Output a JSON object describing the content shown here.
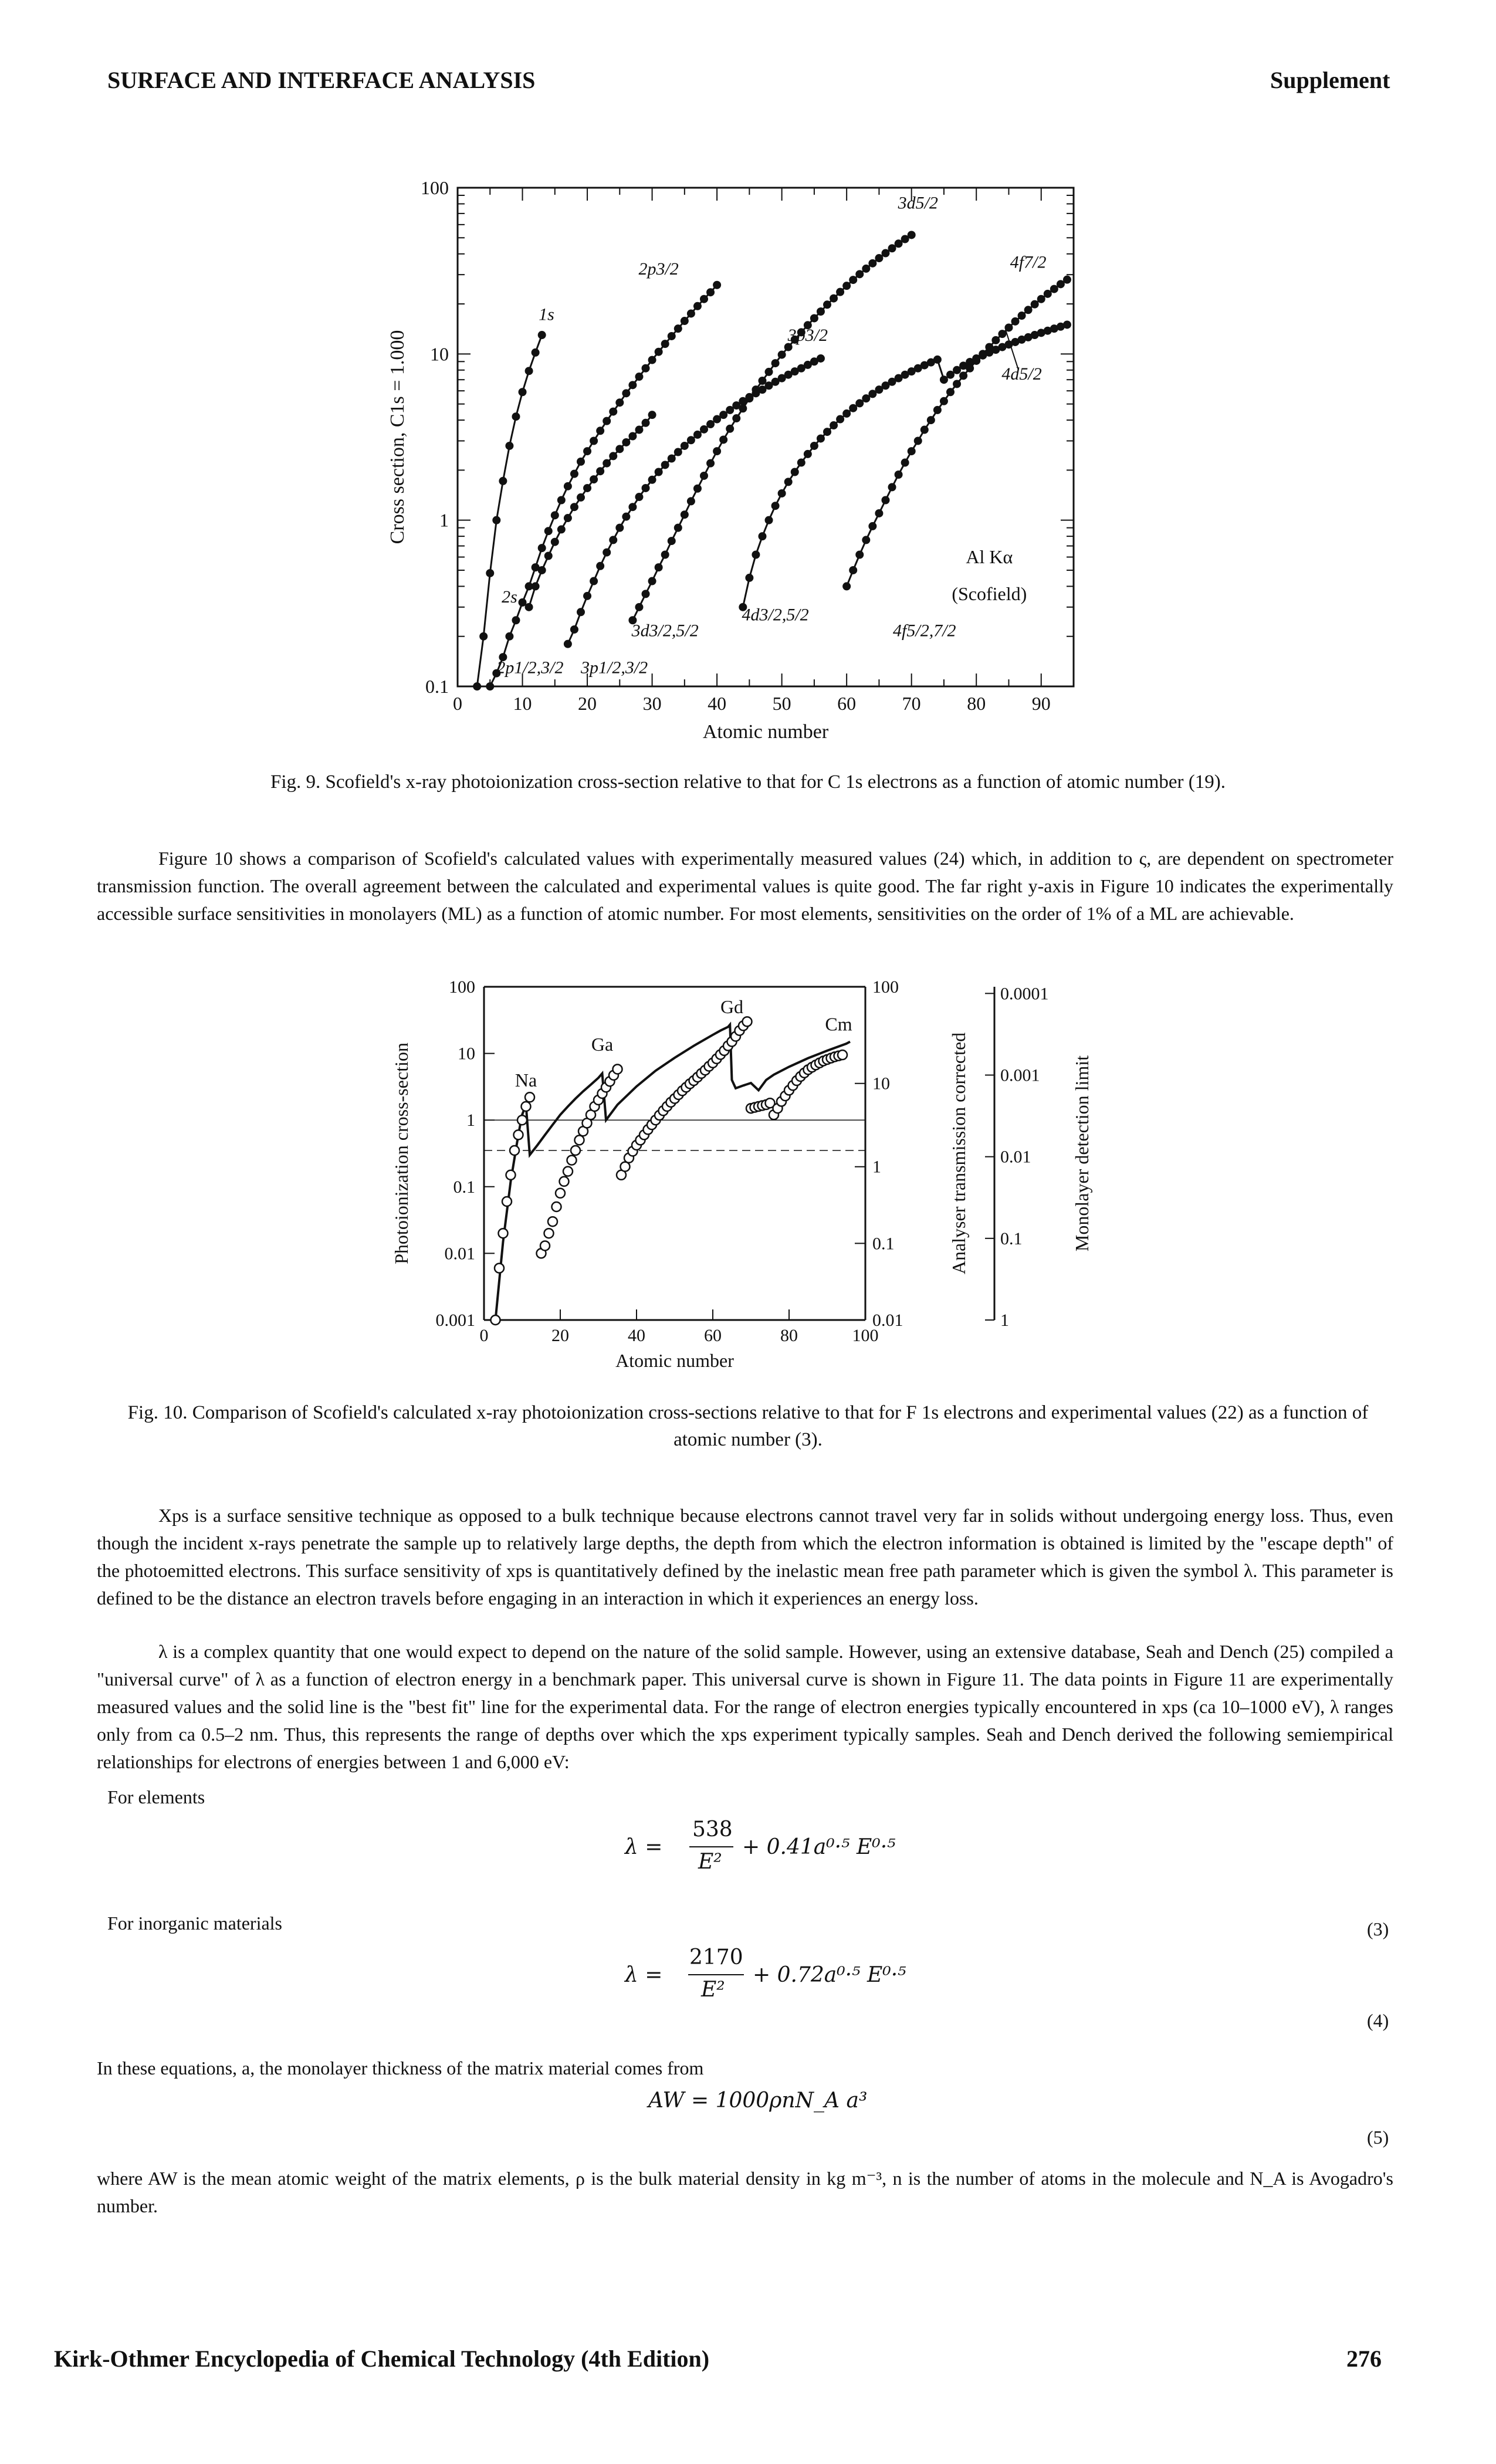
{
  "header": {
    "left": "SURFACE AND INTERFACE ANALYSIS",
    "right": "Supplement"
  },
  "figure9": {
    "caption": "Fig. 9. Scofield's x-ray photoionization cross-section relative to that for C 1s electrons as a function of atomic number (19)."
  },
  "paragraph1": "Figure 10 shows a comparison of Scofield's calculated values with experimentally measured values (24) which, in addition to ς, are dependent on spectrometer transmission function. The overall agreement between the calculated and experimental values is quite good. The far right y-axis in Figure 10 indicates the experimentally accessible surface sensitivities in monolayers (ML) as a function of atomic number. For most elements, sensitivities on the order of 1% of a ML are achievable.",
  "figure10": {
    "caption": "Fig. 10. Comparison of Scofield's calculated x-ray photoionization cross-sections relative to that for F 1s electrons and experimental values (22) as a function of atomic number (3)."
  },
  "paragraph2": "Xps is a surface sensitive technique as opposed to a bulk technique because electrons cannot travel very far in solids without undergoing energy loss. Thus, even though the incident x-rays penetrate the sample up to relatively large depths, the depth from which the electron information is obtained is limited by the \"escape depth\" of the photoemitted electrons. This surface sensitivity of xps is quantitatively defined by the inelastic mean free path parameter which is given the symbol λ. This parameter is defined to be the distance an electron travels before engaging in an interaction in which it experiences an energy loss.",
  "paragraph3": "λ is a complex quantity that one would expect to depend on the nature of the solid sample. However, using an extensive database, Seah and Dench (25) compiled a \"universal curve\" of λ as a function of electron energy in a benchmark paper. This universal curve is shown in Figure 11. The data points in Figure 11 are experimentally measured values and the solid line is the \"best fit\" line for the experimental data. For the range of electron energies typically encountered in xps (ca 10–1000 eV), λ ranges only from ca 0.5–2 nm. Thus, this represents the range of depths over which the xps experiment typically samples. Seah and Dench derived the following semiempirical relationships for electrons of energies between 1 and 6,000 eV:",
  "for_elements": "For elements",
  "eq3": {
    "lhs": "λ =",
    "num": "538",
    "den": "E²",
    "rest": "+ 0.41a⁰·⁵ E⁰·⁵",
    "number": "(3)"
  },
  "for_inorganic": "For inorganic materials",
  "eq4": {
    "lhs": "λ =",
    "num": "2170",
    "den": "E²",
    "rest": "+ 0.72a⁰·⁵ E⁰·⁵",
    "number": "(4)"
  },
  "monolayer_text": "In these equations, a, the monolayer thickness of the matrix material comes from",
  "eq5": {
    "text": "AW = 1000ρnN_A a³",
    "number": "(5)"
  },
  "paragraph4": "where AW is the mean atomic weight of the matrix elements, ρ is the bulk material density in kg m⁻³, n is the number of atoms in the molecule and N_A is Avogadro's number.",
  "footer": {
    "left": "Kirk-Othmer Encyclopedia of Chemical Technology (4th Edition)",
    "right": "276"
  },
  "chart_data": [
    {
      "type": "line",
      "xlabel": "Atomic number",
      "ylabel": "Cross section, C1s = 1.000",
      "xlim": [
        0,
        95
      ],
      "ylim": [
        0.1,
        100
      ],
      "yscale": "log",
      "xticks": [
        "0",
        "10",
        "20",
        "30",
        "40",
        "50",
        "60",
        "70",
        "80",
        "90"
      ],
      "yticks": [
        "0.1",
        "1",
        "10",
        "100"
      ],
      "annotation": "Al Kα (Scofield)",
      "series": [
        {
          "name": "1s",
          "x": [
            3,
            4,
            5,
            6,
            7,
            8,
            9,
            10,
            11,
            12,
            13
          ],
          "y": [
            0.1,
            0.2,
            0.48,
            1.0,
            1.72,
            2.8,
            4.2,
            5.9,
            7.9,
            10.2,
            13.0
          ]
        },
        {
          "name": "2s",
          "x": [
            11,
            12,
            13,
            14,
            15,
            16,
            17,
            18,
            19,
            20,
            21,
            22,
            23,
            24,
            25,
            26,
            27,
            28,
            29,
            30
          ],
          "y": [
            0.3,
            0.4,
            0.5,
            0.61,
            0.74,
            0.88,
            1.03,
            1.2,
            1.37,
            1.56,
            1.76,
            1.97,
            2.2,
            2.43,
            2.68,
            2.94,
            3.2,
            3.5,
            3.85,
            4.3
          ]
        },
        {
          "name": "2p1/2,3/2",
          "x": [
            5,
            6,
            7,
            8,
            9,
            10,
            11,
            12,
            13,
            14,
            15,
            16,
            17,
            18,
            19,
            20,
            21,
            22,
            23,
            24,
            25,
            26,
            27,
            28,
            29,
            30,
            31,
            32,
            33,
            34,
            35,
            36,
            37,
            38,
            39,
            40
          ],
          "y": [
            0.1,
            0.12,
            0.15,
            0.2,
            0.25,
            0.32,
            0.4,
            0.52,
            0.68,
            0.86,
            1.07,
            1.32,
            1.6,
            1.9,
            2.25,
            2.6,
            3.0,
            3.45,
            3.95,
            4.5,
            5.1,
            5.8,
            6.5,
            7.3,
            8.2,
            9.2,
            10.3,
            11.5,
            12.8,
            14.2,
            15.8,
            17.5,
            19.4,
            21.4,
            23.5,
            26.0
          ]
        },
        {
          "name": "3p1/2,3/2",
          "x": [
            17,
            18,
            19,
            20,
            21,
            22,
            23,
            24,
            25,
            26,
            27,
            28,
            29,
            30,
            31,
            32,
            33,
            34,
            35,
            36,
            37,
            38,
            39,
            40,
            41,
            42,
            43,
            44,
            45,
            46,
            47,
            48,
            49,
            50,
            51,
            52,
            53,
            54,
            55,
            56
          ],
          "y": [
            0.18,
            0.22,
            0.28,
            0.35,
            0.43,
            0.53,
            0.64,
            0.76,
            0.9,
            1.05,
            1.2,
            1.38,
            1.56,
            1.75,
            1.95,
            2.15,
            2.35,
            2.57,
            2.8,
            3.03,
            3.27,
            3.52,
            3.78,
            4.05,
            4.3,
            4.6,
            4.9,
            5.2,
            5.5,
            5.8,
            6.1,
            6.45,
            6.8,
            7.15,
            7.5,
            7.85,
            8.2,
            8.6,
            9.0,
            9.4
          ]
        },
        {
          "name": "3d3/2,5/2",
          "x": [
            27,
            28,
            29,
            30,
            31,
            32,
            33,
            34,
            35,
            36,
            37,
            38,
            39,
            40,
            41,
            42,
            43,
            44,
            45,
            46,
            47,
            48,
            49,
            50,
            51,
            52,
            53,
            54,
            55,
            56,
            57,
            58,
            59,
            60,
            61,
            62,
            63,
            64,
            65,
            66,
            67,
            68,
            69,
            70
          ],
          "y": [
            0.25,
            0.3,
            0.36,
            0.43,
            0.52,
            0.62,
            0.75,
            0.9,
            1.08,
            1.3,
            1.55,
            1.85,
            2.2,
            2.6,
            3.05,
            3.55,
            4.1,
            4.7,
            5.4,
            6.1,
            6.9,
            7.8,
            8.8,
            9.9,
            11.0,
            12.2,
            13.5,
            14.9,
            16.4,
            18.0,
            19.8,
            21.6,
            23.6,
            25.7,
            27.9,
            30.2,
            32.6,
            35.1,
            37.7,
            40.4,
            43.2,
            46.1,
            49.1,
            52.0
          ]
        },
        {
          "name": "4d3/2,5/2",
          "x": [
            44,
            45,
            46,
            47,
            48,
            49,
            50,
            51,
            52,
            53,
            54,
            55,
            56,
            57,
            58,
            59,
            60,
            61,
            62,
            63,
            64,
            65,
            66,
            67,
            68,
            69,
            70,
            71,
            72,
            73,
            74,
            75,
            76,
            77,
            78,
            79,
            80,
            81,
            82,
            83,
            84,
            85,
            86,
            87,
            88,
            89,
            90,
            91,
            92,
            93,
            94
          ],
          "y": [
            0.3,
            0.45,
            0.62,
            0.8,
            1.0,
            1.22,
            1.45,
            1.7,
            1.95,
            2.22,
            2.5,
            2.8,
            3.1,
            3.4,
            3.72,
            4.05,
            4.38,
            4.72,
            5.05,
            5.4,
            5.75,
            6.1,
            6.45,
            6.8,
            7.15,
            7.5,
            7.85,
            8.2,
            8.55,
            8.9,
            9.25,
            7.0,
            7.5,
            8.0,
            8.5,
            8.95,
            9.4,
            9.8,
            10.2,
            10.6,
            11.0,
            11.4,
            11.8,
            12.2,
            12.6,
            13.0,
            13.4,
            13.8,
            14.2,
            14.6,
            15.0
          ]
        },
        {
          "name": "4f5/2,7/2",
          "x": [
            60,
            61,
            62,
            63,
            64,
            65,
            66,
            67,
            68,
            69,
            70,
            71,
            72,
            73,
            74,
            75,
            76,
            77,
            78,
            79,
            80,
            81,
            82,
            83,
            84,
            85,
            86,
            87,
            88,
            89,
            90,
            91,
            92,
            93,
            94
          ],
          "y": [
            0.4,
            0.5,
            0.62,
            0.76,
            0.92,
            1.1,
            1.32,
            1.58,
            1.88,
            2.22,
            2.6,
            3.0,
            3.5,
            4.0,
            4.6,
            5.2,
            5.9,
            6.6,
            7.4,
            8.2,
            9.1,
            10.0,
            11.0,
            12.1,
            13.2,
            14.4,
            15.7,
            17.0,
            18.4,
            19.9,
            21.4,
            23.0,
            24.6,
            26.3,
            28.0
          ]
        }
      ],
      "labels": [
        "1s",
        "2p3/2",
        "2s",
        "2p1/2,3/2",
        "3p1/2,3/2",
        "3p3/2",
        "3d3/2,5/2",
        "3d5/2",
        "4d3/2,5/2",
        "4d5/2",
        "4f5/2,7/2",
        "4f7/2"
      ]
    },
    {
      "type": "scatter",
      "xlabel": "Atomic number",
      "ylabel": "Photoionization cross-section",
      "right_ylabel_1": "Analyser transmission corrected",
      "right_ylabel_2": "Monolayer detection limit",
      "xlim": [
        0,
        100
      ],
      "ylim": [
        0.001,
        100
      ],
      "yscale": "log",
      "xticks": [
        "0",
        "20",
        "40",
        "60",
        "80",
        "100"
      ],
      "yticks_left": [
        "0.001",
        "0.01",
        "0.1",
        "1",
        "10",
        "100"
      ],
      "yticks_right1": [
        "0.01",
        "0.1",
        "1",
        "10",
        "100"
      ],
      "yticks_right2": [
        "1",
        "0.1",
        "0.01",
        "0.001",
        "0.0001"
      ],
      "element_labels": [
        "Na",
        "Ga",
        "Gd",
        "Cm"
      ],
      "series": [
        {
          "name": "calculated",
          "type": "line",
          "x": [
            3,
            5,
            7,
            9,
            10,
            11,
            12,
            14,
            16,
            18,
            20,
            22,
            24,
            26,
            28,
            30,
            31,
            32,
            35,
            40,
            45,
            50,
            55,
            60,
            62,
            64,
            64.5,
            65,
            66,
            68,
            70,
            72,
            74,
            76,
            80,
            85,
            90,
            95,
            96
          ],
          "y": [
            0.001,
            0.015,
            0.12,
            0.6,
            1.2,
            1.7,
            0.3,
            0.42,
            0.6,
            0.85,
            1.2,
            1.6,
            2.1,
            2.7,
            3.4,
            4.3,
            5.0,
            1.0,
            1.7,
            3.2,
            5.5,
            8.6,
            13,
            19,
            22,
            25,
            27,
            4.0,
            3.0,
            3.3,
            3.6,
            2.8,
            4.0,
            4.8,
            6.3,
            8.5,
            11,
            14,
            15
          ]
        },
        {
          "name": "experimental",
          "type": "scatter",
          "x": [
            3,
            4,
            5,
            6,
            7,
            8,
            9,
            10,
            11,
            12,
            15,
            16,
            17,
            18,
            19,
            20,
            21,
            22,
            23,
            24,
            25,
            26,
            27,
            28,
            29,
            30,
            31,
            32,
            33,
            34,
            35,
            36,
            37,
            38,
            39,
            40,
            41,
            42,
            43,
            44,
            45,
            46,
            47,
            48,
            49,
            50,
            51,
            52,
            53,
            54,
            55,
            56,
            57,
            58,
            59,
            60,
            61,
            62,
            63,
            64,
            65,
            66,
            67,
            68,
            69,
            70,
            71,
            72,
            73,
            74,
            75,
            76,
            77,
            78,
            79,
            80,
            81,
            82,
            83,
            84,
            85,
            86,
            87,
            88,
            89,
            90,
            91,
            92,
            93,
            94
          ],
          "y": [
            0.001,
            0.006,
            0.02,
            0.06,
            0.15,
            0.35,
            0.6,
            1.0,
            1.6,
            2.2,
            0.01,
            0.013,
            0.02,
            0.03,
            0.05,
            0.08,
            0.12,
            0.17,
            0.25,
            0.35,
            0.5,
            0.68,
            0.9,
            1.2,
            1.6,
            2.0,
            2.5,
            3.1,
            3.8,
            4.7,
            5.8,
            0.15,
            0.2,
            0.27,
            0.34,
            0.42,
            0.5,
            0.6,
            0.72,
            0.85,
            1.0,
            1.18,
            1.38,
            1.6,
            1.85,
            2.1,
            2.4,
            2.75,
            3.1,
            3.5,
            3.9,
            4.4,
            5.0,
            5.6,
            6.4,
            7.2,
            8.3,
            9.6,
            11,
            13,
            15,
            18,
            22,
            26,
            30,
            1.5,
            1.55,
            1.6,
            1.65,
            1.7,
            1.8,
            1.2,
            1.5,
            1.9,
            2.3,
            2.8,
            3.3,
            3.9,
            4.5,
            5.1,
            5.7,
            6.2,
            6.7,
            7.2,
            7.7,
            8.1,
            8.5,
            8.9,
            9.2,
            9.5
          ]
        }
      ]
    }
  ]
}
